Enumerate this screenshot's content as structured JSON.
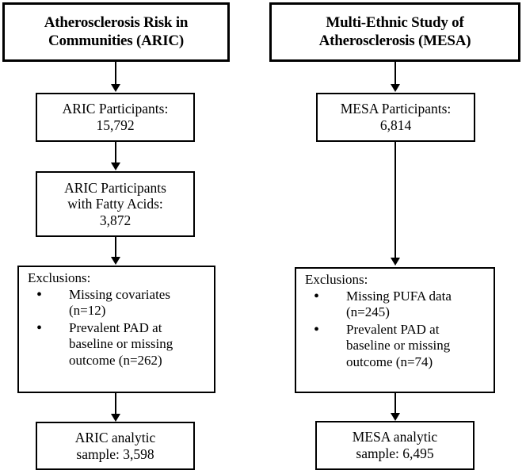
{
  "diagram": {
    "title_visible": false,
    "colors": {
      "stroke": "#000000",
      "fill": "#ffffff",
      "text": "#000000"
    },
    "columns": [
      {
        "id": "aric",
        "header": {
          "line1": "Atherosclerosis Risk in",
          "line2": "Communities (ARIC)"
        },
        "nodes": [
          {
            "id": "aric-participants",
            "line1": "ARIC Participants:",
            "line2": "15,792"
          },
          {
            "id": "aric-fatty-acids",
            "line1": "ARIC Participants",
            "line2": "with Fatty Acids:",
            "line3": "3,872"
          },
          {
            "id": "aric-exclusions",
            "title": "Exclusions:",
            "bullets": [
              {
                "line1": "Missing covariates",
                "line2": "(n=12)"
              },
              {
                "line1": "Prevalent PAD at",
                "line2": "baseline or missing",
                "line3": "outcome (n=262)"
              }
            ]
          },
          {
            "id": "aric-analytic",
            "line1": "ARIC analytic",
            "line2": "sample: 3,598"
          }
        ]
      },
      {
        "id": "mesa",
        "header": {
          "line1": "Multi-Ethnic Study of",
          "line2": "Atherosclerosis (MESA)"
        },
        "nodes": [
          {
            "id": "mesa-participants",
            "line1": "MESA Participants:",
            "line2": "6,814"
          },
          {
            "id": "mesa-exclusions",
            "title": "Exclusions:",
            "bullets": [
              {
                "line1": "Missing PUFA data",
                "line2": "(n=245)"
              },
              {
                "line1": "Prevalent PAD at",
                "line2": "baseline or missing",
                "line3": "outcome (n=74)"
              }
            ]
          },
          {
            "id": "mesa-analytic",
            "line1": "MESA analytic",
            "line2": "sample: 6,495"
          }
        ]
      }
    ]
  }
}
